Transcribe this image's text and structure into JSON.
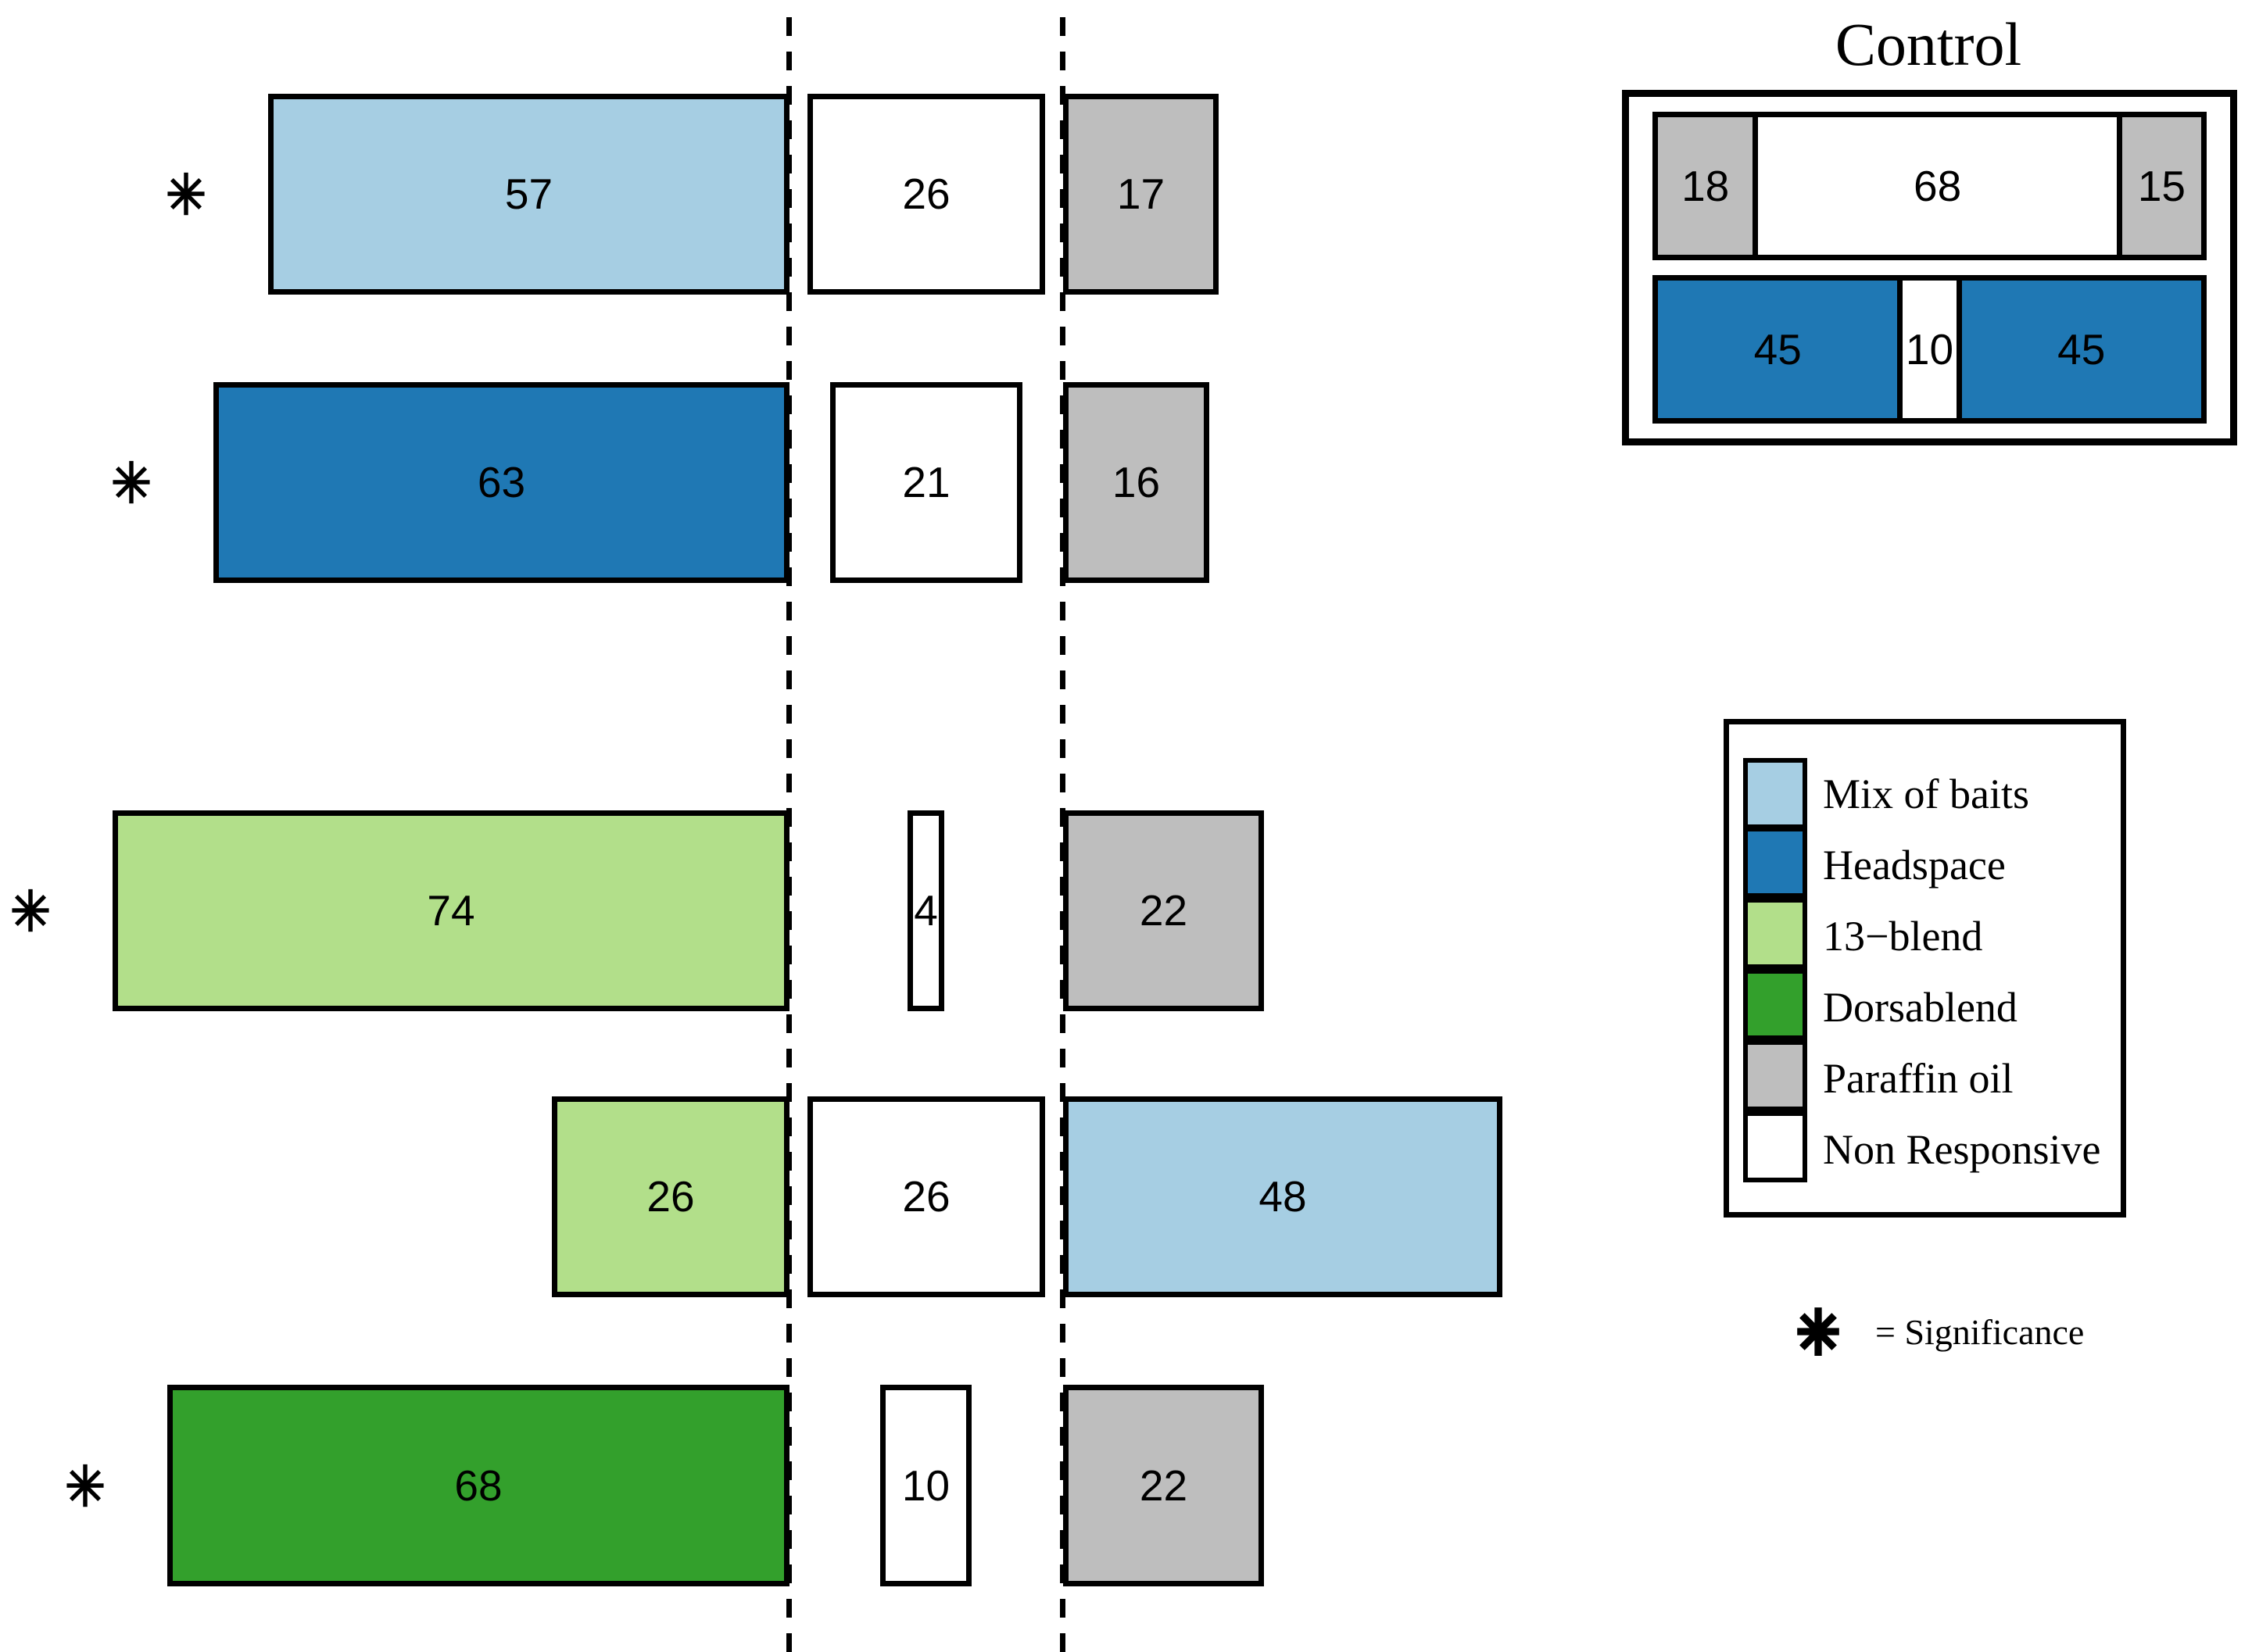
{
  "chart_data": {
    "type": "bar",
    "title": "",
    "description": "Horizontal two-choice response boxes: treatment (left of left dashed line), non-responsive (between dashed lines), control odor (right of right dashed line). Values are percentages.",
    "layout": {
      "grid": false,
      "dashed_reference_lines": 2,
      "legend_position": "right"
    },
    "rows": [
      {
        "significant": true,
        "segments": [
          {
            "label": "Mix of baits",
            "value": 57,
            "color": "#A6CEE3"
          },
          {
            "label": "Non Responsive",
            "value": 26,
            "color": "#FFFFFF"
          },
          {
            "label": "Paraffin oil",
            "value": 17,
            "color": "#BEBEBE"
          }
        ]
      },
      {
        "significant": true,
        "segments": [
          {
            "label": "Headspace",
            "value": 63,
            "color": "#1F78B4"
          },
          {
            "label": "Non Responsive",
            "value": 21,
            "color": "#FFFFFF"
          },
          {
            "label": "Paraffin oil",
            "value": 16,
            "color": "#BEBEBE"
          }
        ]
      },
      {
        "significant": true,
        "segments": [
          {
            "label": "13−blend",
            "value": 74,
            "color": "#B2DF8A"
          },
          {
            "label": "Non Responsive",
            "value": 4,
            "color": "#FFFFFF"
          },
          {
            "label": "Paraffin oil",
            "value": 22,
            "color": "#BEBEBE"
          }
        ]
      },
      {
        "significant": false,
        "segments": [
          {
            "label": "13−blend",
            "value": 26,
            "color": "#B2DF8A"
          },
          {
            "label": "Non Responsive",
            "value": 26,
            "color": "#FFFFFF"
          },
          {
            "label": "Mix of baits",
            "value": 48,
            "color": "#A6CEE3"
          }
        ]
      },
      {
        "significant": true,
        "segments": [
          {
            "label": "Dorsablend",
            "value": 68,
            "color": "#33A02C"
          },
          {
            "label": "Non Responsive",
            "value": 10,
            "color": "#FFFFFF"
          },
          {
            "label": "Paraffin oil",
            "value": 22,
            "color": "#BEBEBE"
          }
        ]
      }
    ],
    "control_inset": {
      "title": "Control",
      "rows": [
        {
          "segments": [
            {
              "label": "Paraffin oil",
              "value": 18,
              "color": "#BEBEBE"
            },
            {
              "label": "Non Responsive",
              "value": 68,
              "color": "#FFFFFF"
            },
            {
              "label": "Paraffin oil",
              "value": 15,
              "color": "#BEBEBE"
            }
          ]
        },
        {
          "segments": [
            {
              "label": "Headspace",
              "value": 45,
              "color": "#1F78B4"
            },
            {
              "label": "Non Responsive",
              "value": 10,
              "color": "#FFFFFF"
            },
            {
              "label": "Headspace",
              "value": 45,
              "color": "#1F78B4"
            }
          ]
        }
      ]
    },
    "legend": {
      "entries": [
        {
          "label": "Mix of baits",
          "color": "#A6CEE3"
        },
        {
          "label": "Headspace",
          "color": "#1F78B4"
        },
        {
          "label": "13−blend",
          "color": "#B2DF8A"
        },
        {
          "label": "Dorsablend",
          "color": "#33A02C"
        },
        {
          "label": "Paraffin oil",
          "color": "#BEBEBE"
        },
        {
          "label": "Non Responsive",
          "color": "#FFFFFF"
        }
      ]
    },
    "significance_note": {
      "symbol": "✳",
      "text": "= Significance"
    }
  },
  "colors": {
    "mix_of_baits": "#A6CEE3",
    "headspace": "#1F78B4",
    "blend13": "#B2DF8A",
    "dorsablend": "#33A02C",
    "paraffin_oil": "#BEBEBE",
    "non_responsive": "#FFFFFF",
    "line": "#000000"
  }
}
